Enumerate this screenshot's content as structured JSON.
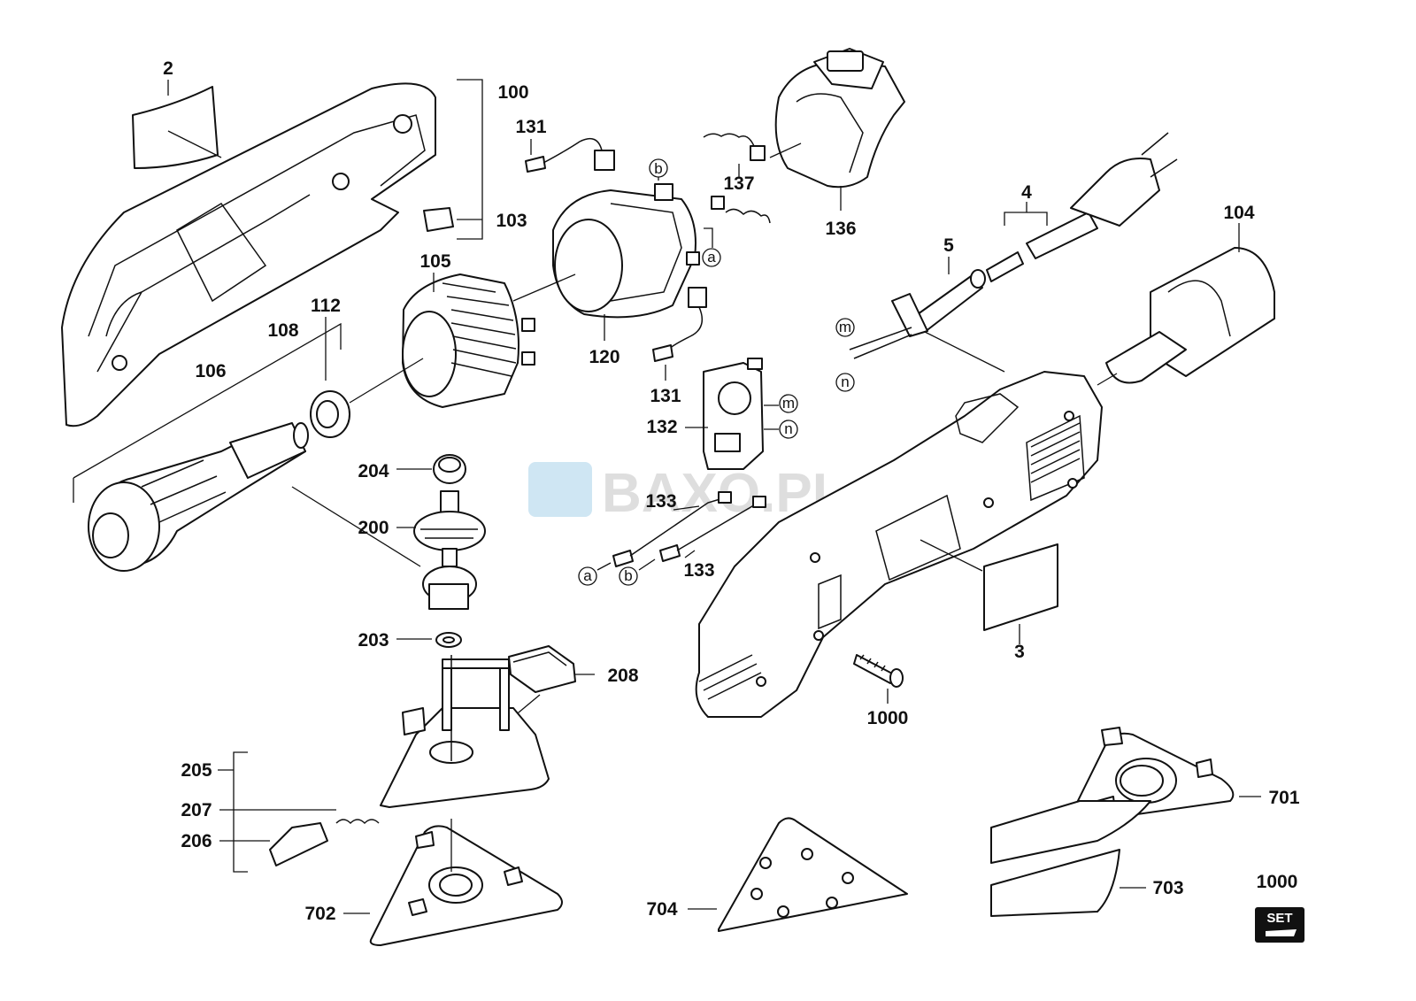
{
  "watermark": {
    "text": "BAXO.PL",
    "color": "#cfe6f3"
  },
  "parts": {
    "p2": "2",
    "p100": "100",
    "p103": "103",
    "p131a": "131",
    "p131b": "131",
    "p137": "137",
    "p136": "136",
    "p104": "104",
    "p4": "4",
    "p5": "5",
    "p105": "105",
    "p112": "112",
    "p108": "108",
    "p106": "106",
    "p120": "120",
    "p132": "132",
    "p204": "204",
    "p200": "200",
    "p133a": "133",
    "p133b": "133",
    "p203": "203",
    "p208": "208",
    "p3": "3",
    "p1000a": "1000",
    "p205": "205",
    "p207": "207",
    "p206": "206",
    "p701": "701",
    "p703": "703",
    "p702": "702",
    "p704": "704",
    "p1000b": "1000"
  },
  "connectors": {
    "a1": "a",
    "b1": "b",
    "a2": "a",
    "b2": "b",
    "m1": "m",
    "n1": "n",
    "m2": "m",
    "n2": "n"
  },
  "set_badge": {
    "text": "SET"
  }
}
